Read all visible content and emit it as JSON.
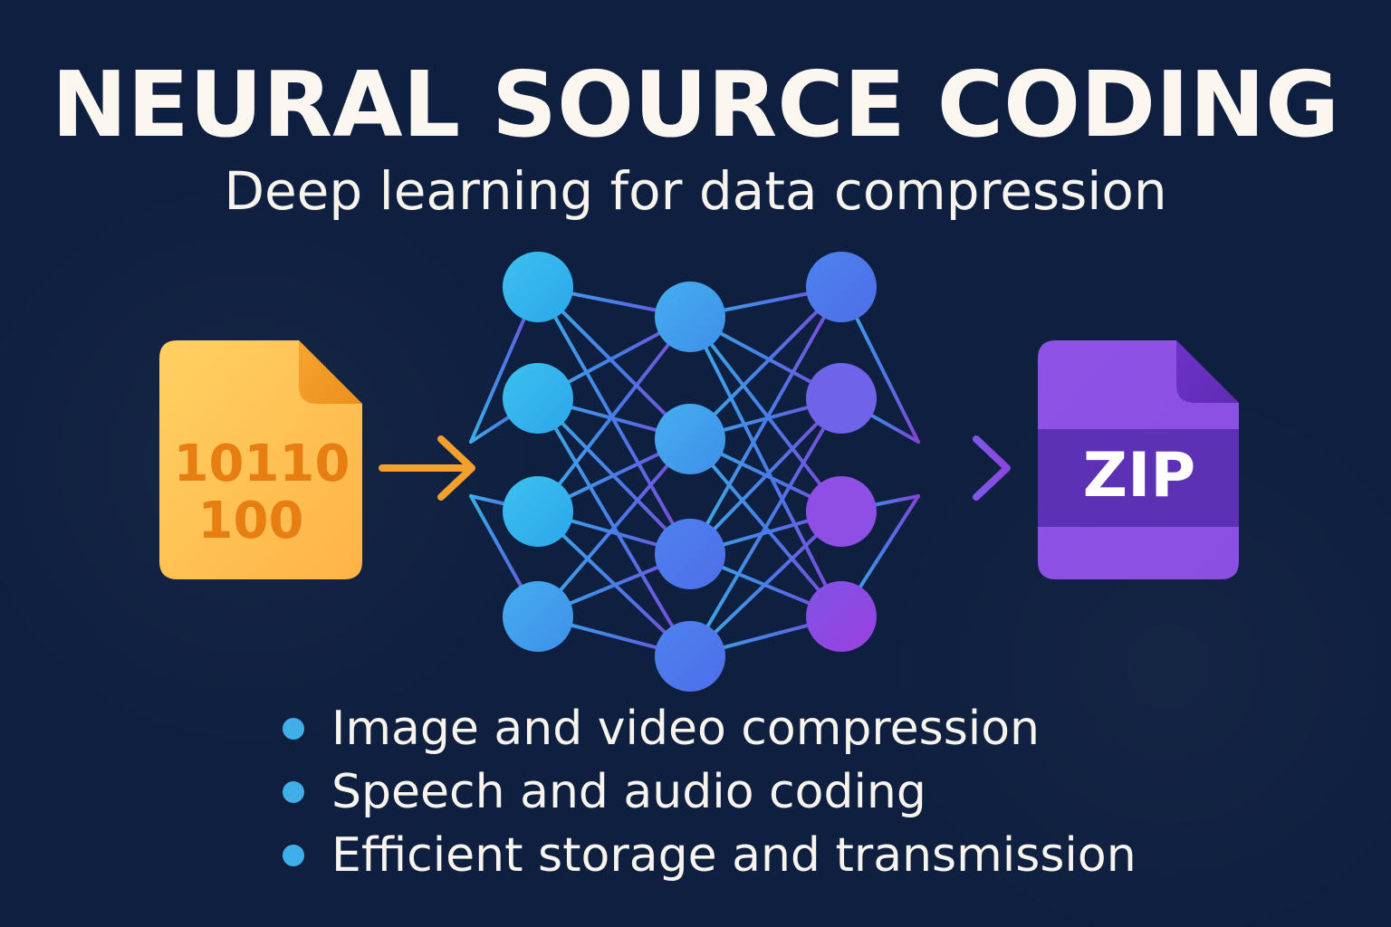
{
  "header": {
    "title": "NEURAL SOURCE CODING",
    "subtitle": "Deep learning for data compression"
  },
  "input_file": {
    "line1": "10110",
    "line2": "100"
  },
  "output_file": {
    "label": "ZIP"
  },
  "bullets": [
    "Image and video compression",
    "Speech and audio coding",
    "Efficient storage and transmission"
  ],
  "colors": {
    "background": "#0f1f3f",
    "text": "#fbf7f0",
    "accent_blue": "#3faee9",
    "accent_purple": "#8e4fe0",
    "accent_orange": "#f29d2b"
  },
  "icons": {
    "input": "binary-file-icon",
    "output": "zip-file-icon",
    "network": "neural-network-icon",
    "arrow": "arrow-right-icon"
  }
}
